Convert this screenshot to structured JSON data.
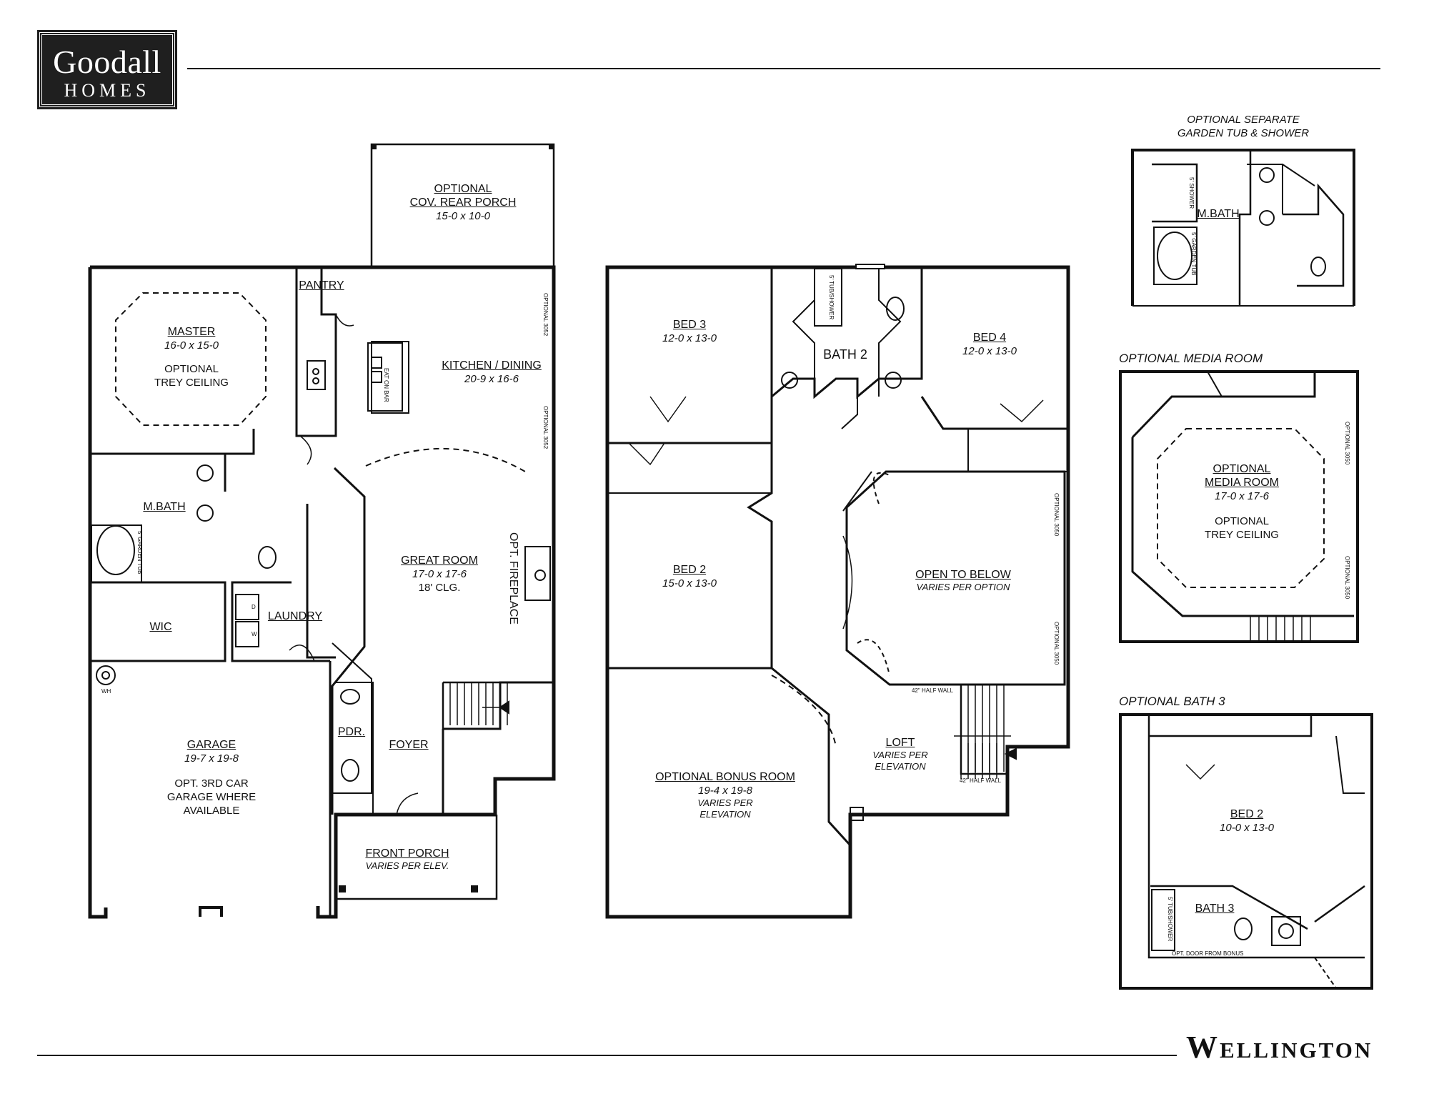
{
  "brand": {
    "name": "Goodall",
    "sub": "HOMES"
  },
  "plan_name": "Wellington",
  "first_floor": {
    "rear_porch": {
      "l1": "OPTIONAL",
      "l2": "COV. REAR PORCH",
      "dim": "15-0 x 10-0"
    },
    "pantry": "PANTRY",
    "master": {
      "name": "MASTER",
      "dim": "16-0 x 15-0",
      "o1": "OPTIONAL",
      "o2": "TREY CEILING"
    },
    "kitchen": {
      "name": "KITCHEN / DINING",
      "dim": "20-9 x 16-6"
    },
    "eat_on_bar": "EAT ON BAR",
    "mbath": "M.BATH",
    "garden_tub": "5' GARDEN TUB",
    "great_room": {
      "name": "GREAT ROOM",
      "dim": "17-0 x 17-6",
      "clg": "18' CLG."
    },
    "fireplace": "OPT. FIREPLACE",
    "wic": "WIC",
    "laundry": "LAUNDRY",
    "washer": "W",
    "dryer": "D",
    "wh": "WH",
    "garage": {
      "name": "GARAGE",
      "dim": "19-7 x 19-8",
      "o1": "OPT. 3RD CAR",
      "o2": "GARAGE WHERE",
      "o3": "AVAILABLE"
    },
    "pdr": "PDR.",
    "foyer": "FOYER",
    "front_porch": {
      "name": "FRONT PORCH",
      "note": "VARIES PER ELEV."
    },
    "window_note": "OPTIONAL 3052"
  },
  "second_floor": {
    "bed3": {
      "name": "BED 3",
      "dim": "12-0 x 13-0"
    },
    "bath2": "BATH 2",
    "tub_shower": "5' TUB/SHOWER",
    "bed4": {
      "name": "BED 4",
      "dim": "12-0 x 13-0"
    },
    "bed2": {
      "name": "BED 2",
      "dim": "15-0 x 13-0"
    },
    "open_below": {
      "name": "OPEN TO BELOW",
      "note": "VARIES PER OPTION"
    },
    "half_wall": "42\" HALF WALL",
    "bonus": {
      "name": "OPTIONAL BONUS ROOM",
      "dim": "19-4 x 19-8",
      "n1": "VARIES PER",
      "n2": "ELEVATION"
    },
    "loft": {
      "name": "LOFT",
      "n1": "VARIES PER",
      "n2": "ELEVATION"
    },
    "window_note": "OPTIONAL 3050"
  },
  "options": {
    "sep_tub": {
      "l1": "OPTIONAL SEPARATE",
      "l2": "GARDEN TUB & SHOWER",
      "mbath": "M.BATH",
      "shower": "5' SHOWER",
      "tub": "5' GARDEN TUB"
    },
    "media": {
      "heading": "OPTIONAL MEDIA ROOM",
      "n1": "OPTIONAL",
      "n2": "MEDIA ROOM",
      "dim": "17-0 x 17-6",
      "o1": "OPTIONAL",
      "o2": "TREY CEILING",
      "window_note": "OPTIONAL 3050"
    },
    "bath3": {
      "heading": "OPTIONAL BATH 3",
      "bed": "BED 2",
      "dim": "10-0 x 13-0",
      "bath": "BATH 3",
      "tub": "5' TUB/SHOWER",
      "door": "OPT. DOOR FROM BONUS"
    }
  }
}
